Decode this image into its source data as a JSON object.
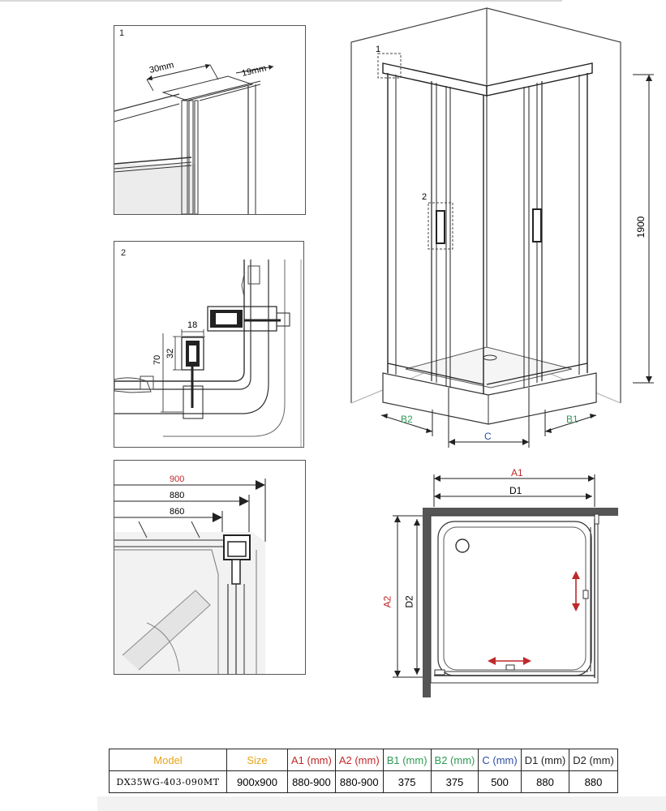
{
  "colors": {
    "orange": "#e8a317",
    "red": "#c0282a",
    "green": "#2e9a55",
    "blue": "#2c4fa3",
    "dark": "#222222"
  },
  "detail1": {
    "num": "1",
    "dim_a": "30mm",
    "dim_b": "19mm"
  },
  "detail2": {
    "num": "2",
    "dim_18": "18",
    "dim_32": "32",
    "dim_70": "70"
  },
  "detail3": {
    "d900": "900",
    "d880": "880",
    "d860": "860"
  },
  "perspective": {
    "callout1": "1",
    "callout2": "2",
    "height": "1900",
    "b2": "B2",
    "c": "C",
    "b1": "B1"
  },
  "plan": {
    "a1": "A1",
    "d1": "D1",
    "a2": "A2",
    "d2": "D2"
  },
  "table": {
    "headers": [
      "Model",
      "Size",
      "A1 (mm)",
      "A2 (mm)",
      "B1 (mm)",
      "B2 (mm)",
      "C (mm)",
      "D1 (mm)",
      "D2 (mm)"
    ],
    "row": [
      "DX35WG-403-090MT",
      "900x900",
      "880-900",
      "880-900",
      "375",
      "375",
      "500",
      "880",
      "880"
    ]
  }
}
